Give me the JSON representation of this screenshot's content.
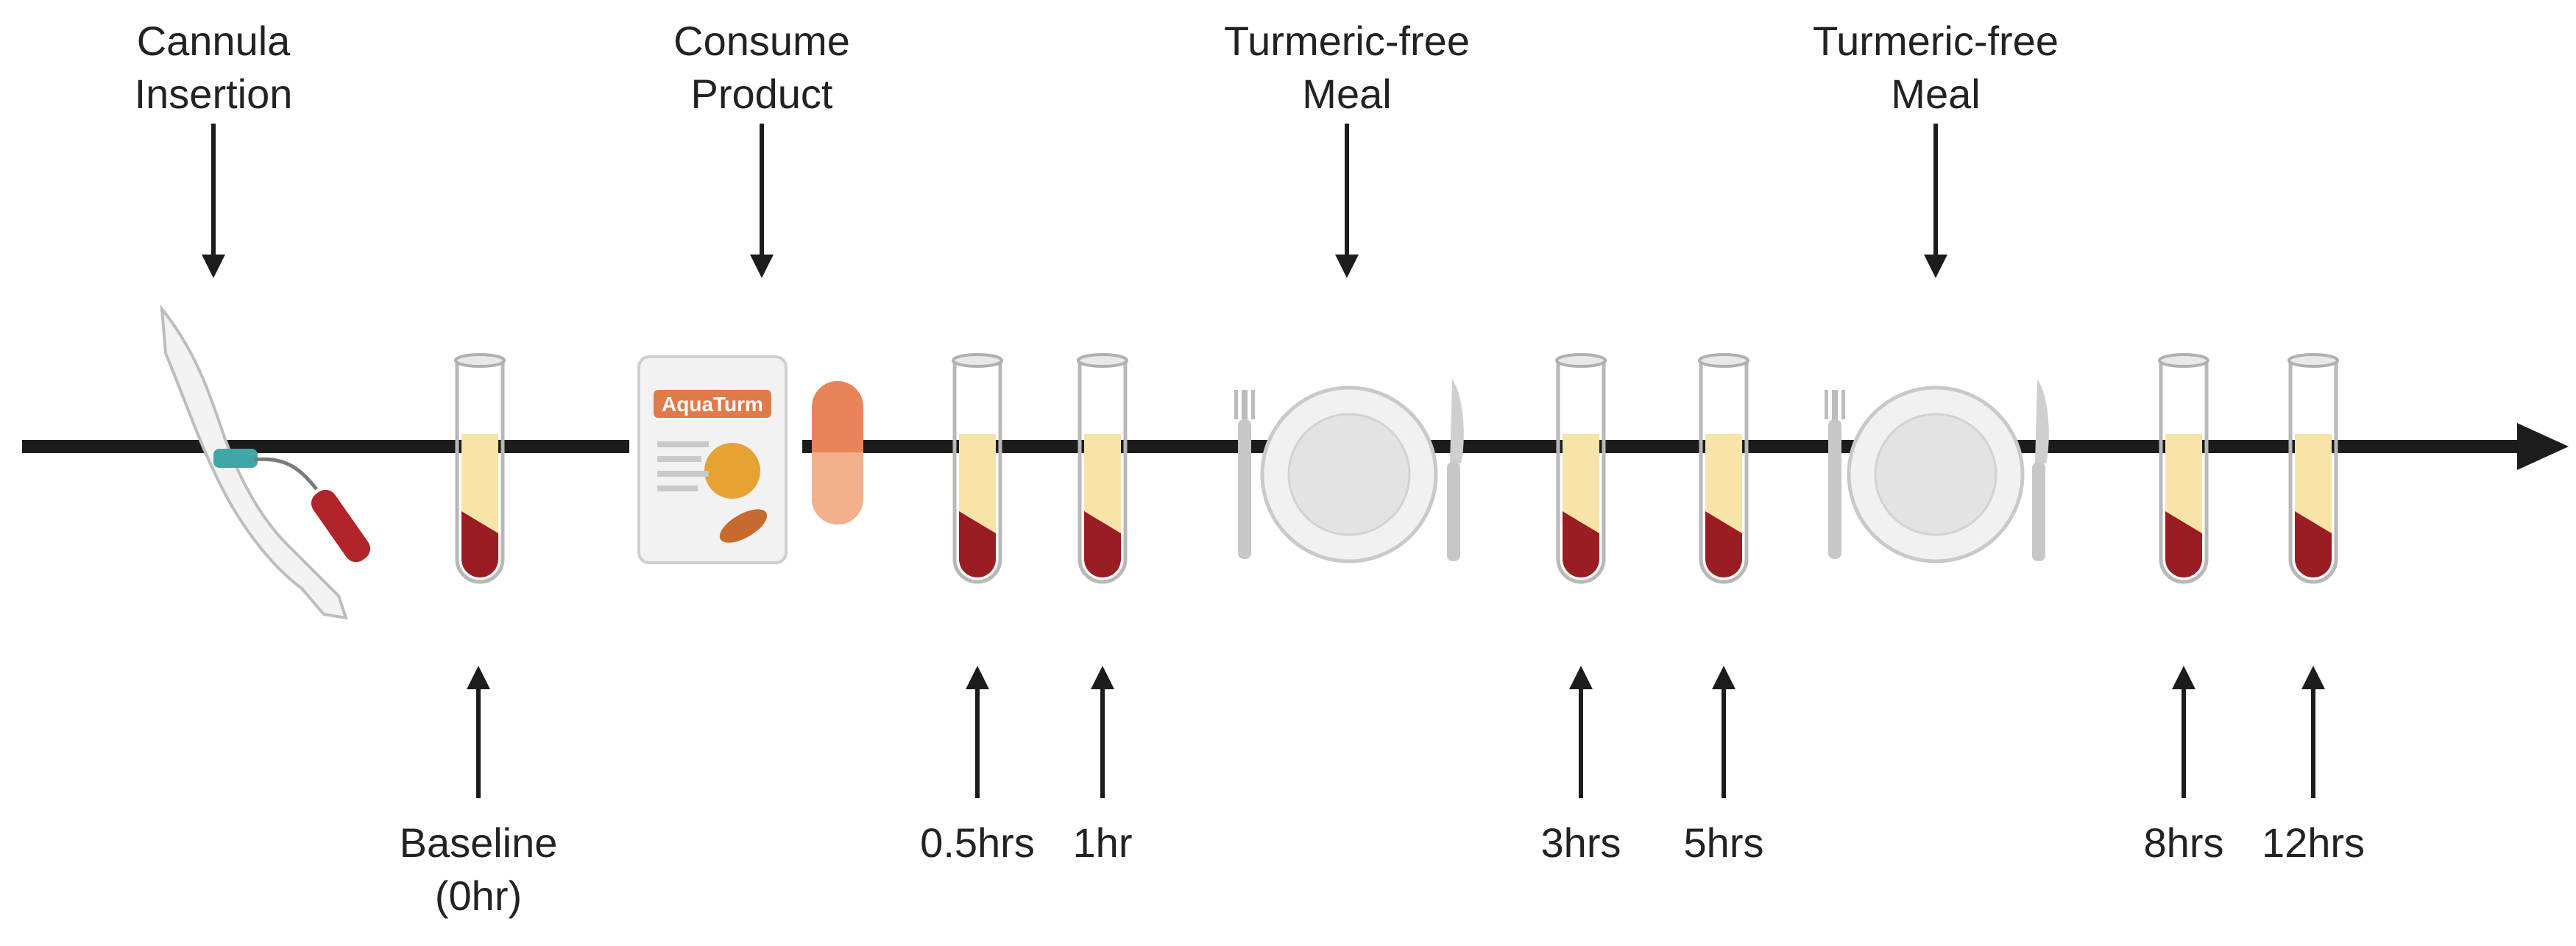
{
  "events": [
    {
      "lines": [
        "Cannula",
        "Insertion"
      ],
      "icon": "arm-cannula-icon"
    },
    {
      "lines": [
        "Consume",
        "Product"
      ],
      "icon": "product-pack-icon"
    },
    {
      "lines": [
        "Turmeric-free",
        "Meal"
      ],
      "icon": "plate-icon"
    },
    {
      "lines": [
        "Turmeric-free",
        "Meal"
      ],
      "icon": "plate-icon"
    }
  ],
  "samples": [
    {
      "lines": [
        "Baseline",
        "(0hr)"
      ]
    },
    {
      "lines": [
        "0.5hrs"
      ]
    },
    {
      "lines": [
        "1hr"
      ]
    },
    {
      "lines": [
        "3hrs"
      ]
    },
    {
      "lines": [
        "5hrs"
      ]
    },
    {
      "lines": [
        "8hrs"
      ]
    },
    {
      "lines": [
        "12hrs"
      ]
    }
  ],
  "product": {
    "brand": "AquaTurm"
  },
  "colors": {
    "line": "#1c1c1c",
    "plasma": "#f8e3a8",
    "blood": "#9b1d24",
    "capsule": "#e07a4a",
    "plate": "#e8e8e8",
    "text": "#222222"
  }
}
